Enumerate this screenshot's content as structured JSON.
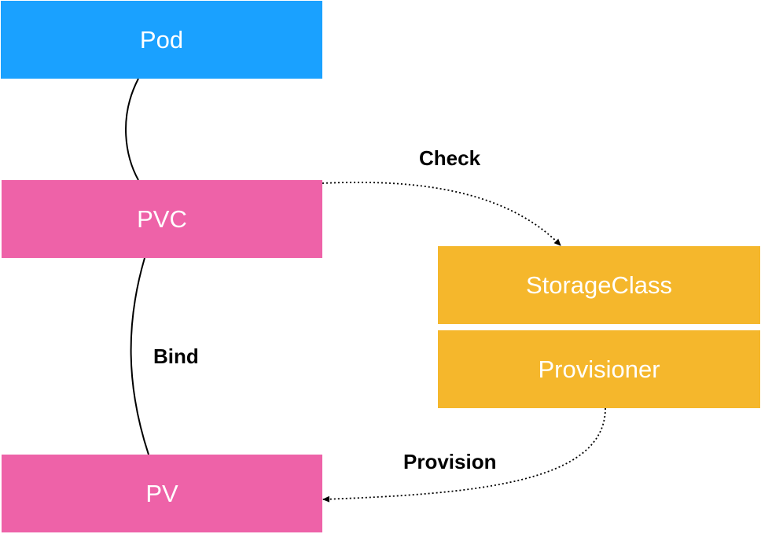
{
  "nodes": {
    "pod": {
      "label": "Pod",
      "color": "#1aa1ff"
    },
    "pvc": {
      "label": "PVC",
      "color": "#ee62a8"
    },
    "pv": {
      "label": "PV",
      "color": "#ee62a8"
    },
    "storage_class": {
      "label": "StorageClass",
      "color": "#f5b72c"
    },
    "provisioner": {
      "label": "Provisioner",
      "color": "#f5b72c"
    }
  },
  "edges": {
    "pod_pvc": {
      "label": "",
      "style": "solid"
    },
    "pvc_pv": {
      "label": "Bind",
      "style": "solid"
    },
    "pvc_storage_class": {
      "label": "Check",
      "style": "dotted-arrow"
    },
    "provisioner_pv": {
      "label": "Provision",
      "style": "dotted-arrow"
    }
  }
}
